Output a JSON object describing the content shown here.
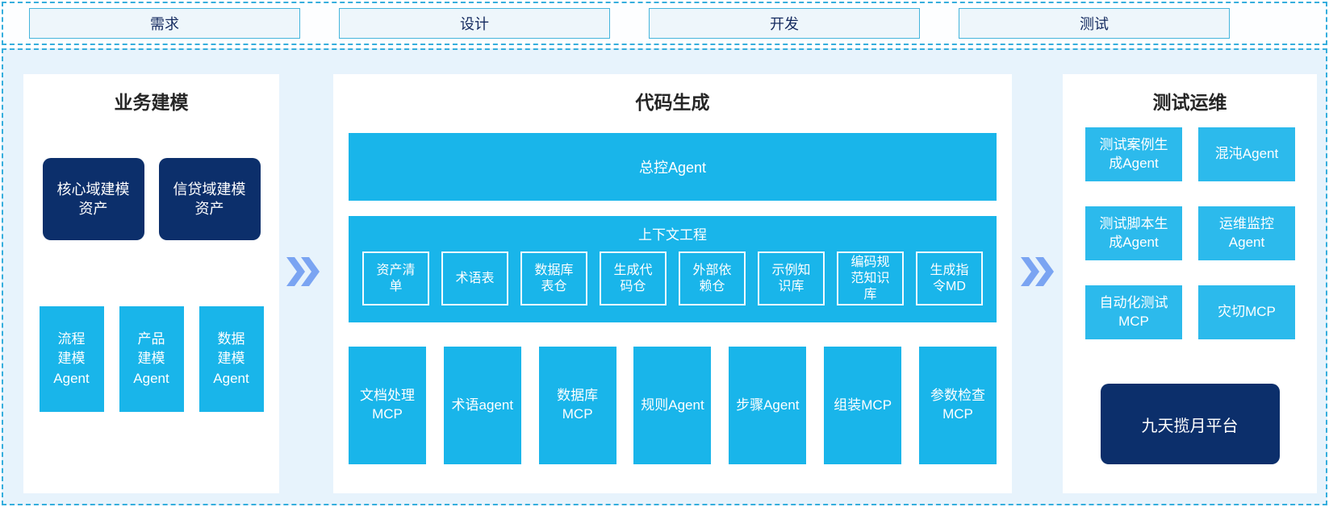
{
  "colors": {
    "cyan": "#19b5ea",
    "cyan_light": "#2cbaec",
    "navy": "#0c2f6b",
    "band_background": "#e7f3fc",
    "dashed_border": "#36aedd",
    "arrow": "#7aa4f2",
    "phase_background": "#eef6fb",
    "phase_border": "#45b5dc",
    "phase_text": "#142a5f"
  },
  "phases": [
    {
      "label": "需求"
    },
    {
      "label": "设计"
    },
    {
      "label": "开发"
    },
    {
      "label": "测试"
    }
  ],
  "business_modeling": {
    "title": "业务建模",
    "assets": [
      {
        "label": "核心域建模\n资产"
      },
      {
        "label": "信贷域建模\n资产"
      }
    ],
    "agents": [
      {
        "label": "流程\n建模\nAgent"
      },
      {
        "label": "产品\n建模\nAgent"
      },
      {
        "label": "数据\n建模\nAgent"
      }
    ]
  },
  "code_generation": {
    "title": "代码生成",
    "master_agent": {
      "label": "总控Agent"
    },
    "context_engineering": {
      "title": "上下文工程",
      "items": [
        {
          "label": "资产清\n单"
        },
        {
          "label": "术语表"
        },
        {
          "label": "数据库\n表仓"
        },
        {
          "label": "生成代\n码仓"
        },
        {
          "label": "外部依\n赖仓"
        },
        {
          "label": "示例知\n识库"
        },
        {
          "label": "编码规\n范知识\n库"
        },
        {
          "label": "生成指\n令MD"
        }
      ]
    },
    "tools": [
      {
        "label": "文档处理\nMCP"
      },
      {
        "label": "术语agent"
      },
      {
        "label": "数据库\nMCP"
      },
      {
        "label": "规则Agent"
      },
      {
        "label": "步骤Agent"
      },
      {
        "label": "组装MCP"
      },
      {
        "label": "参数检查\nMCP"
      }
    ]
  },
  "test_ops": {
    "title": "测试运维",
    "boxes": [
      {
        "label": "测试案例生\n成Agent"
      },
      {
        "label": "混沌Agent"
      },
      {
        "label": "测试脚本生\n成Agent"
      },
      {
        "label": "运维监控\nAgent"
      },
      {
        "label": "自动化测试\nMCP"
      },
      {
        "label": "灾切MCP"
      }
    ],
    "platform": {
      "label": "九天揽月平台"
    }
  }
}
